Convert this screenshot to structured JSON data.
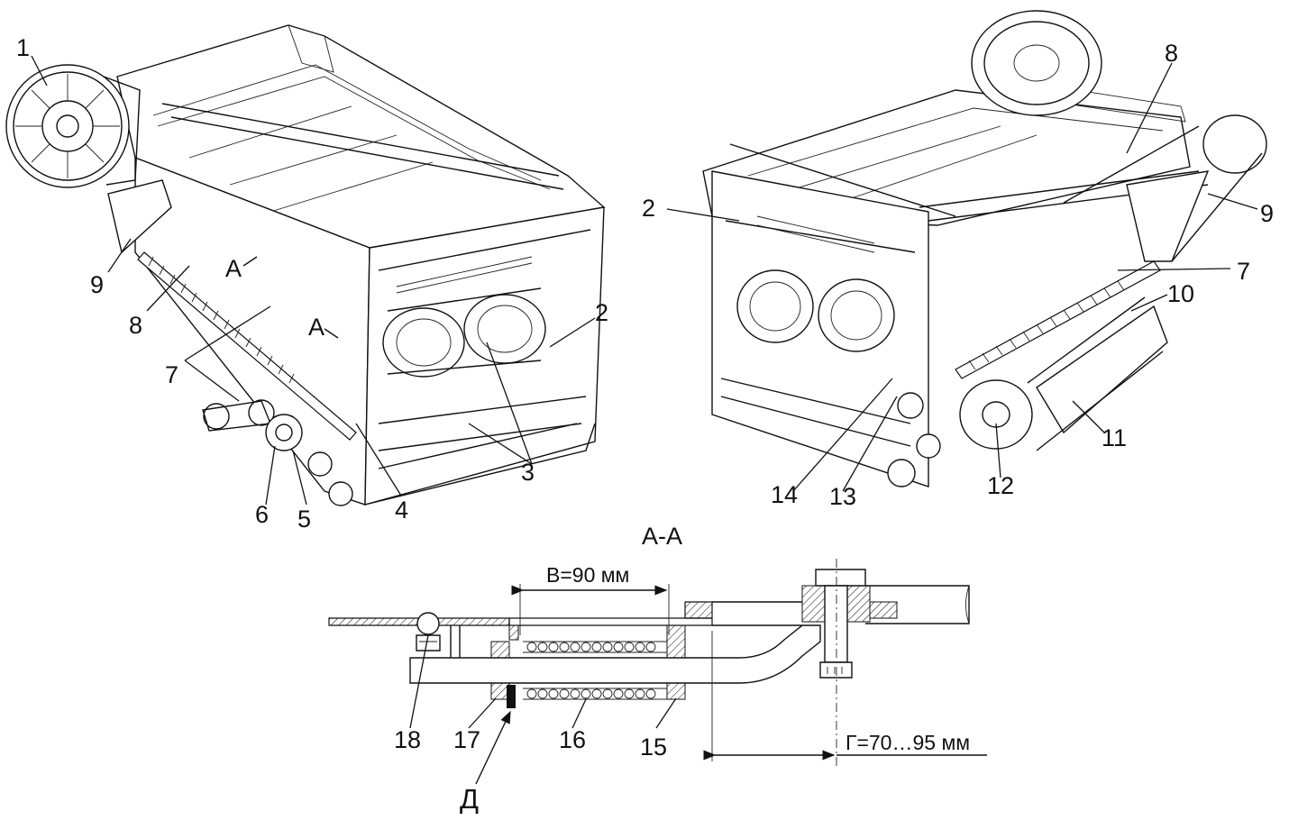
{
  "section_label": "А-А",
  "callouts": [
    "1",
    "2",
    "3",
    "4",
    "5",
    "6",
    "7",
    "8",
    "9",
    "10",
    "11",
    "12",
    "13",
    "14",
    "15",
    "16",
    "17",
    "18"
  ],
  "right_callouts": [
    "2",
    "7",
    "8",
    "9"
  ],
  "view_marks": [
    "А",
    "А"
  ],
  "dimensions": {
    "b": "В=90 мм",
    "g": "Г=70…95 мм"
  },
  "point_d": "Д"
}
